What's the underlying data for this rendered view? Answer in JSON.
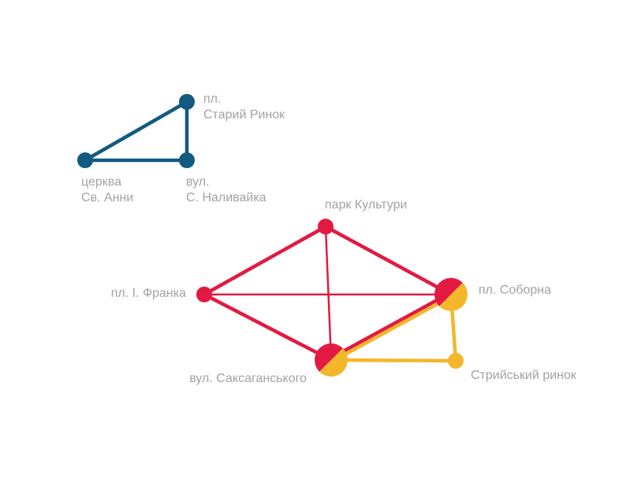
{
  "colors": {
    "blue": "#135a80",
    "red": "#e21a41",
    "yellow": "#f4b72c",
    "label": "#a3a3a3"
  },
  "networks": [
    {
      "id": "blue",
      "color_key": "blue",
      "stops": [
        {
          "id": "stary-rynok",
          "name_lines": [
            "пл.",
            "Старий Ринок"
          ],
          "lines": [
            "blue"
          ]
        },
        {
          "id": "nalyvaika",
          "name_lines": [
            "вул.",
            "С. Наливайка"
          ],
          "lines": [
            "blue"
          ]
        },
        {
          "id": "st-anna",
          "name_lines": [
            "церква",
            "Св. Анни"
          ],
          "lines": [
            "blue"
          ]
        }
      ],
      "links": [
        {
          "from": "st-anna",
          "to": "stary-rynok",
          "line": "blue"
        },
        {
          "from": "stary-rynok",
          "to": "nalyvaika",
          "line": "blue"
        },
        {
          "from": "nalyvaika",
          "to": "st-anna",
          "line": "blue"
        }
      ]
    },
    {
      "id": "red-yellow",
      "stops": [
        {
          "id": "park-kultury",
          "name_lines": [
            "парк Культури"
          ],
          "lines": [
            "red"
          ]
        },
        {
          "id": "franka",
          "name_lines": [
            "пл. І. Франка"
          ],
          "lines": [
            "red"
          ]
        },
        {
          "id": "soborna",
          "name_lines": [
            "пл. Соборна"
          ],
          "lines": [
            "red",
            "yellow"
          ]
        },
        {
          "id": "saksahanskoho",
          "name_lines": [
            "вул. Саксаганського"
          ],
          "lines": [
            "red",
            "yellow"
          ]
        },
        {
          "id": "stryiskyi",
          "name_lines": [
            "Стрийський ринок"
          ],
          "lines": [
            "yellow"
          ]
        }
      ],
      "links": [
        {
          "from": "franka",
          "to": "park-kultury",
          "line": "red",
          "weight": "thick"
        },
        {
          "from": "park-kultury",
          "to": "soborna",
          "line": "red",
          "weight": "thick"
        },
        {
          "from": "franka",
          "to": "saksahanskoho",
          "line": "red",
          "weight": "thick"
        },
        {
          "from": "park-kultury",
          "to": "saksahanskoho",
          "line": "red",
          "weight": "thin"
        },
        {
          "from": "franka",
          "to": "soborna",
          "line": "red",
          "weight": "thin"
        },
        {
          "from": "saksahanskoho",
          "to": "soborna",
          "line": "red",
          "weight": "thick"
        },
        {
          "from": "saksahanskoho",
          "to": "soborna",
          "line": "yellow",
          "weight": "thick"
        },
        {
          "from": "soborna",
          "to": "stryiskyi",
          "line": "yellow",
          "weight": "thick"
        },
        {
          "from": "saksahanskoho",
          "to": "stryiskyi",
          "line": "yellow",
          "weight": "thick"
        }
      ]
    }
  ]
}
